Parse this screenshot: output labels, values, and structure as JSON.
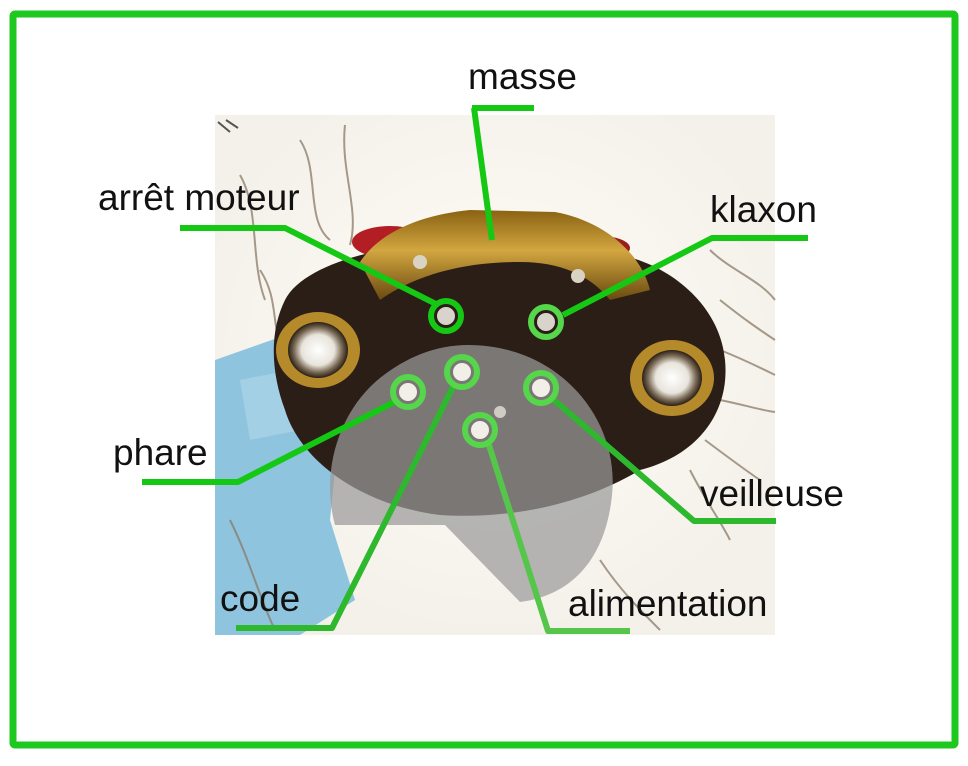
{
  "colors": {
    "border": "#1ec81e",
    "leader": "#14c814",
    "leader_light": "#56d64a",
    "background": "#ffffff",
    "connector_body": "#2a1e16",
    "connector_plate": "#c89a2a",
    "backdrop_blue": "#8fc4de",
    "overlay": "#9a9a9a"
  },
  "labels": {
    "masse": "masse",
    "arret_moteur": "arrêt moteur",
    "klaxon": "klaxon",
    "phare": "phare",
    "veilleuse": "veilleuse",
    "code": "code",
    "alimentation": "alimentation"
  }
}
